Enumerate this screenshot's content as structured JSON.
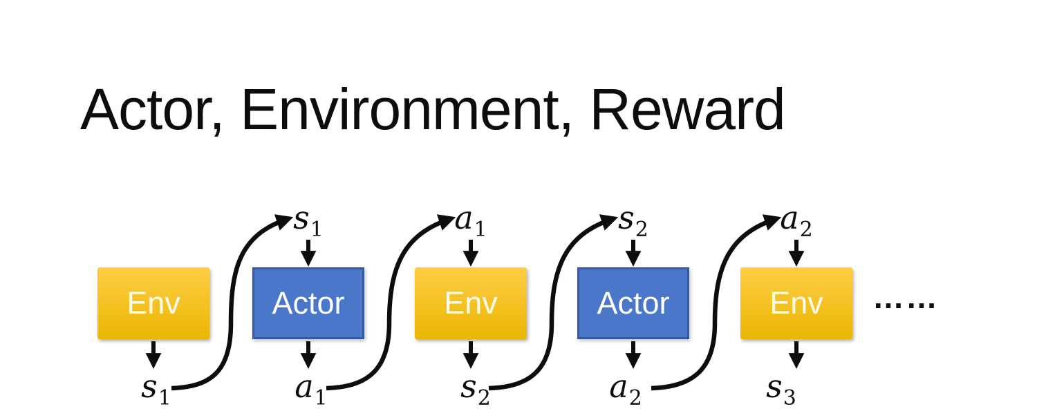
{
  "title": "Actor, Environment, Reward",
  "ellipsis": "……",
  "colors": {
    "background": "#FFFFFF",
    "ink": "#0D0D0D",
    "env_top": "#FFCE45",
    "env_bottom": "#EAB602",
    "env_text": "#FEFBEA",
    "actor_fill": "#4A77C9",
    "actor_border": "#35599E",
    "box_text": "#FFFFFF"
  },
  "diagram": {
    "columns": [
      {
        "box": "Env",
        "type": "env",
        "top": null,
        "bottom": {
          "base": "s",
          "sub": "1"
        }
      },
      {
        "box": "Actor",
        "type": "actor",
        "top": {
          "base": "s",
          "sub": "1"
        },
        "bottom": {
          "base": "a",
          "sub": "1"
        }
      },
      {
        "box": "Env",
        "type": "env",
        "top": {
          "base": "a",
          "sub": "1"
        },
        "bottom": {
          "base": "s",
          "sub": "2"
        }
      },
      {
        "box": "Actor",
        "type": "actor",
        "top": {
          "base": "s",
          "sub": "2"
        },
        "bottom": {
          "base": "a",
          "sub": "2"
        }
      },
      {
        "box": "Env",
        "type": "env",
        "top": {
          "base": "a",
          "sub": "2"
        },
        "bottom": {
          "base": "s",
          "sub": "3"
        }
      }
    ],
    "flow_note": "Env outputs state to Actor, Actor outputs action to Env, repeating"
  }
}
